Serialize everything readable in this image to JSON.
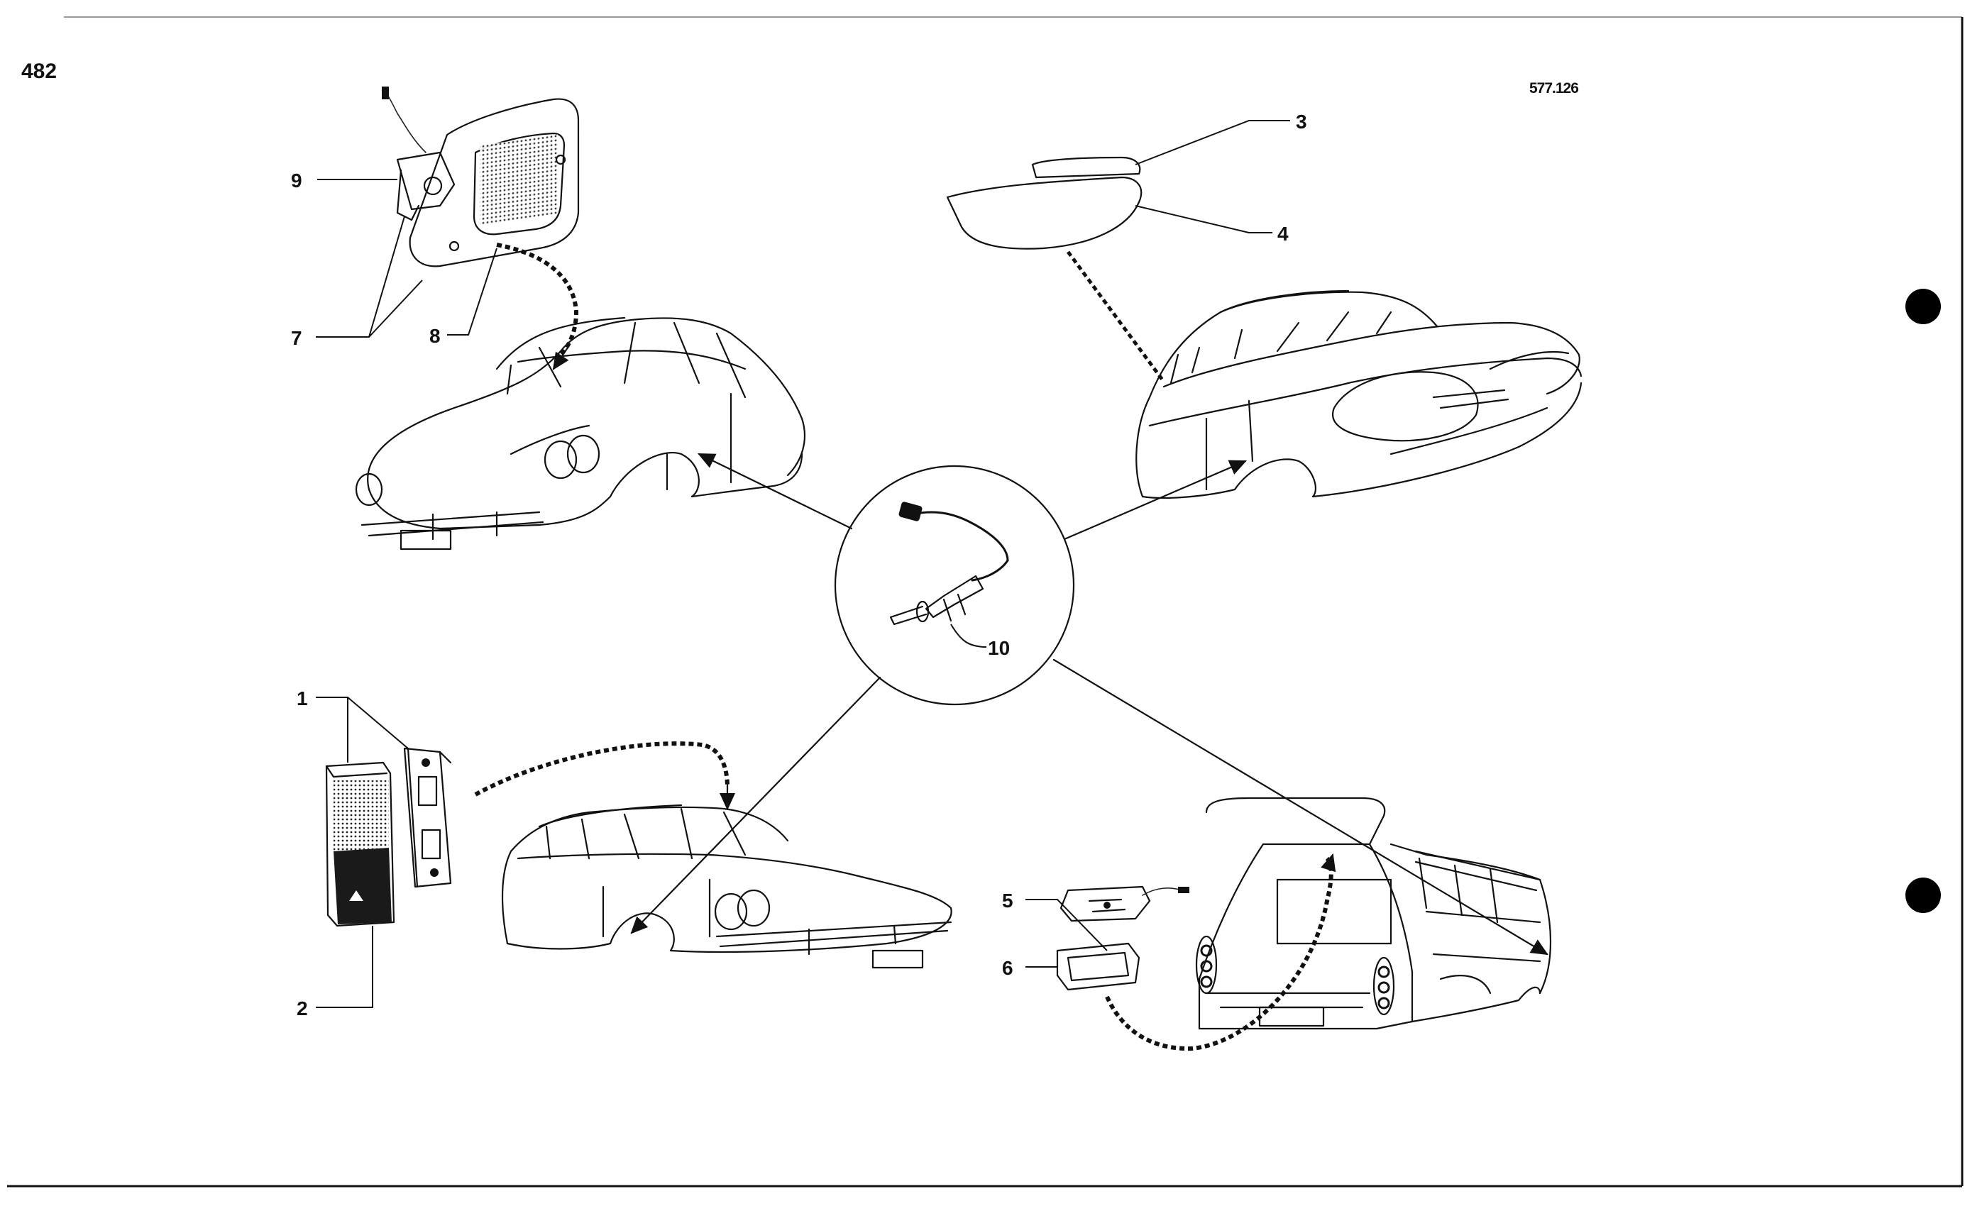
{
  "page": {
    "page_number": "482",
    "reference_code": "577.126"
  },
  "callouts": [
    {
      "id": "1",
      "label": "1"
    },
    {
      "id": "2",
      "label": "2"
    },
    {
      "id": "3",
      "label": "3"
    },
    {
      "id": "4",
      "label": "4"
    },
    {
      "id": "5",
      "label": "5"
    },
    {
      "id": "6",
      "label": "6"
    },
    {
      "id": "7",
      "label": "7"
    },
    {
      "id": "8",
      "label": "8"
    },
    {
      "id": "9",
      "label": "9"
    },
    {
      "id": "10",
      "label": "10"
    }
  ],
  "colors": {
    "ink": "#111111",
    "paper": "#ffffff"
  }
}
